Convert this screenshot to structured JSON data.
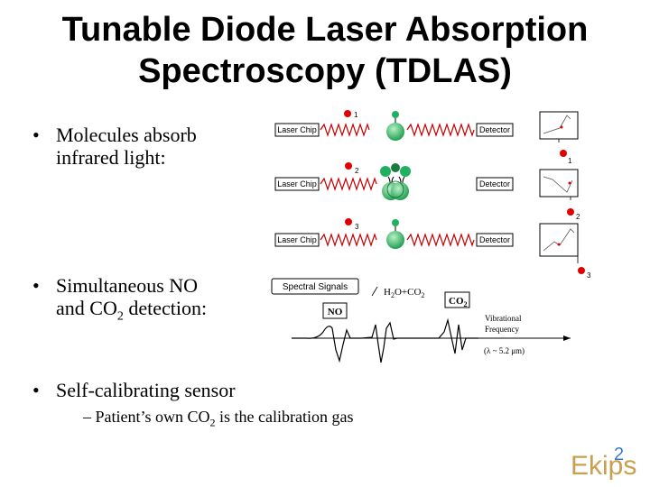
{
  "title": {
    "line1": "Tunable Diode Laser Absorption",
    "line2": "Spectroscopy (TDLAS)"
  },
  "bullets": [
    {
      "marker": "•",
      "line1": "Molecules absorb",
      "line2": "infrared light:"
    },
    {
      "marker": "•",
      "line1": "Simultaneous NO",
      "line2_a": "and CO",
      "line2_sub": "2",
      "line2_b": " detection:"
    },
    {
      "marker": "•",
      "line1": "Self-calibrating sensor"
    }
  ],
  "sub_bullet": {
    "text_a": "– Patient’s own CO",
    "text_sub": "2",
    "text_b": " is the calibration gas"
  },
  "diagram": {
    "laser_label": "Laser Chip",
    "detector_label": "Detector",
    "rows": [
      {
        "number": "1"
      },
      {
        "number": "2"
      },
      {
        "number": "3"
      }
    ],
    "spectral_signals_label": "Spectral Signals",
    "no_label": "NO",
    "h2o_co2_label_a": "H",
    "h2o_co2_label_sub": "2",
    "h2o_co2_label_b": "O+CO",
    "h2o_co2_label_sub2": "2",
    "co2_label_a": "CO",
    "co2_label_sub": "2",
    "vib_freq_line1": "Vibrational",
    "vib_freq_line2": "Frequency",
    "wavelength": "(λ ~ 5.2 μm)"
  },
  "logo": {
    "text": "Ekips",
    "mark": "2"
  },
  "colors": {
    "red_marker": "#e00000",
    "wave": "#c00000",
    "molecule": "#20b060",
    "axis": "#000000"
  }
}
